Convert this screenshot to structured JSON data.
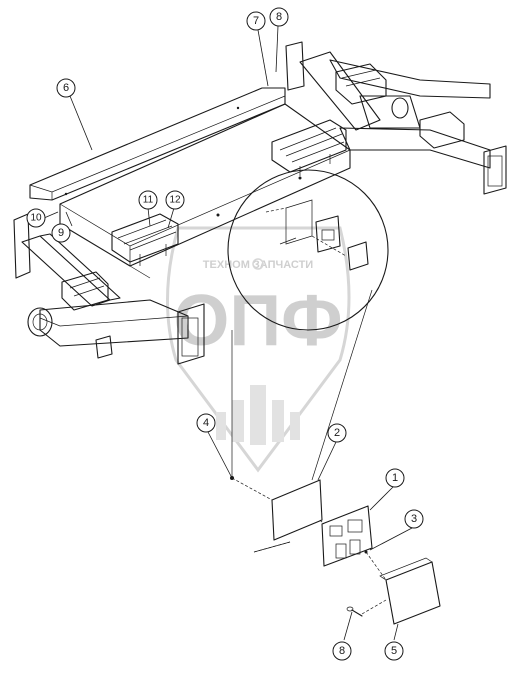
{
  "watermark": {
    "top_text": "ТЕХНОМ   ЗАПЧАСТИ",
    "main_text": "ОПФ",
    "color": "#cfcfcf"
  },
  "callouts": [
    {
      "id": "callout-1",
      "label": "1"
    },
    {
      "id": "callout-2",
      "label": "2"
    },
    {
      "id": "callout-3",
      "label": "3"
    },
    {
      "id": "callout-4",
      "label": "4"
    },
    {
      "id": "callout-5",
      "label": "5"
    },
    {
      "id": "callout-6",
      "label": "6"
    },
    {
      "id": "callout-7",
      "label": "7"
    },
    {
      "id": "callout-8-top",
      "label": "8"
    },
    {
      "id": "callout-8-bottom",
      "label": "8"
    },
    {
      "id": "callout-9",
      "label": "9"
    },
    {
      "id": "callout-10",
      "label": "10"
    },
    {
      "id": "callout-11",
      "label": "11"
    },
    {
      "id": "callout-12",
      "label": "12"
    }
  ]
}
